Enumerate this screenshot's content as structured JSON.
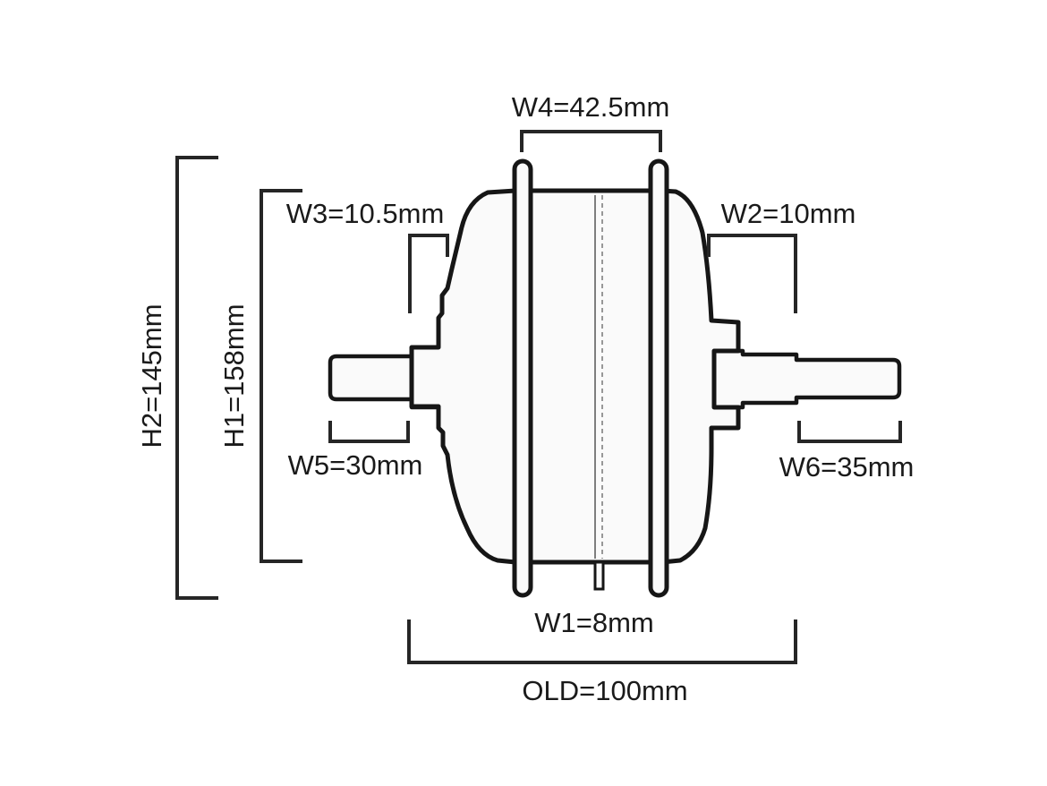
{
  "labels": {
    "w4": "W4=42.5mm",
    "w3": "W3=10.5mm",
    "w2": "W2=10mm",
    "h2": "H2=145mm",
    "h1": "H1=158mm",
    "w5": "W5=30mm",
    "w6": "W6=35mm",
    "w1": "W1=8mm",
    "old": "OLD=100mm"
  }
}
